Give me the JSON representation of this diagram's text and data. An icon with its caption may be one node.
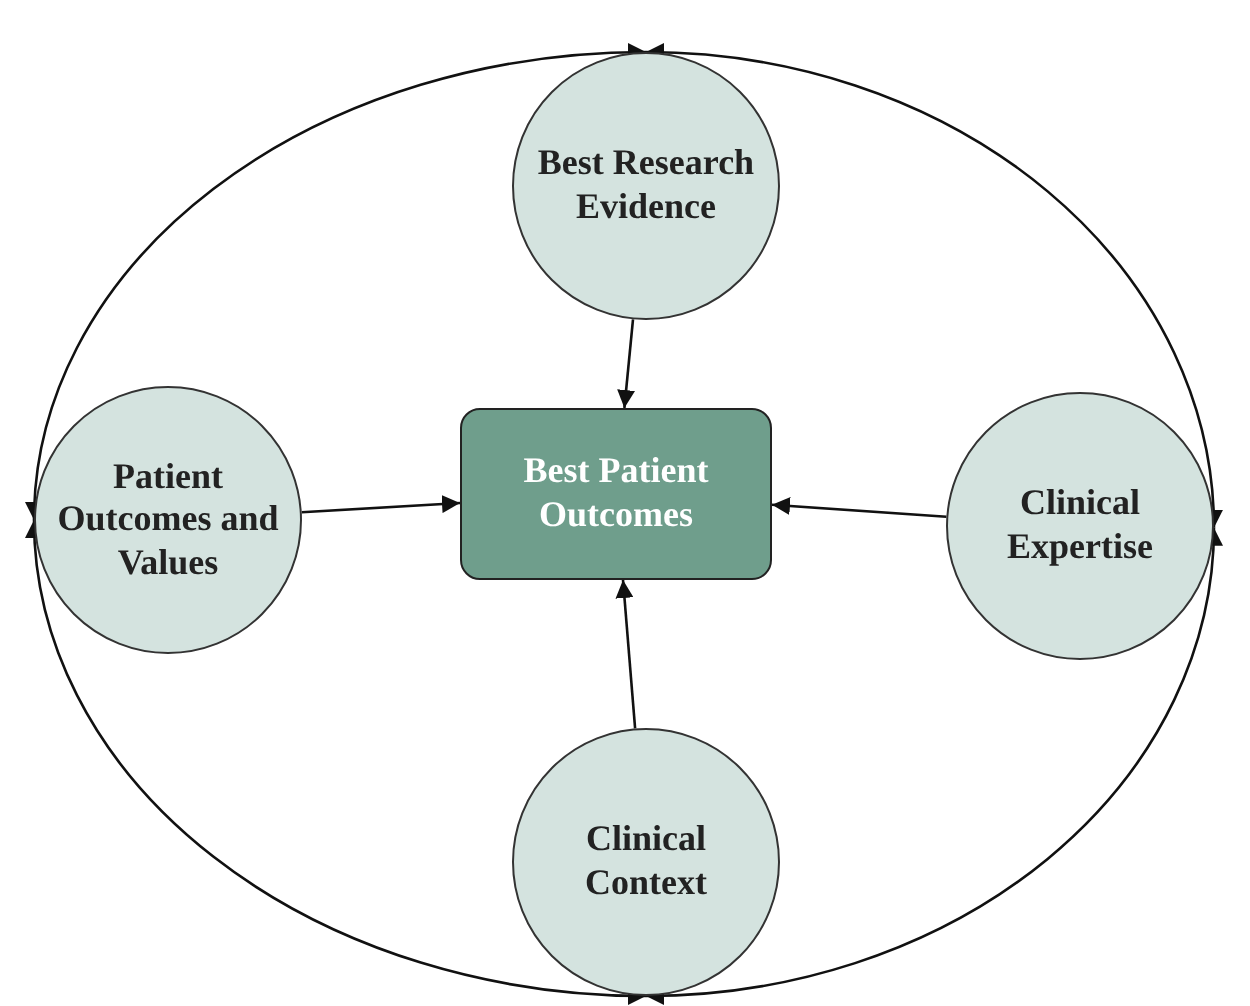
{
  "diagram": {
    "nodes": [
      {
        "text": [
          "Best Research Evidence"
        ]
      },
      {
        "text": [
          "Patient Outcomes and Values"
        ]
      },
      {
        "text": [
          "Best Patient Outcomes"
        ]
      },
      {
        "text": [
          "Clinical Expertise"
        ]
      },
      {
        "text": [
          "Clinical Context"
        ]
      }
    ],
    "edges": [
      {
        "from": 0,
        "to": 2,
        "arrow": "to"
      },
      {
        "from": 1,
        "to": 2,
        "arrow": "to"
      },
      {
        "from": 3,
        "to": 2,
        "arrow": "to"
      },
      {
        "from": 4,
        "to": 2,
        "arrow": "to"
      },
      {
        "from": 0,
        "to": 3,
        "arrow": "both"
      },
      {
        "from": 3,
        "to": 4,
        "arrow": "both"
      },
      {
        "from": 4,
        "to": 1,
        "arrow": "both"
      },
      {
        "from": 1,
        "to": 0,
        "arrow": "both"
      }
    ]
  }
}
